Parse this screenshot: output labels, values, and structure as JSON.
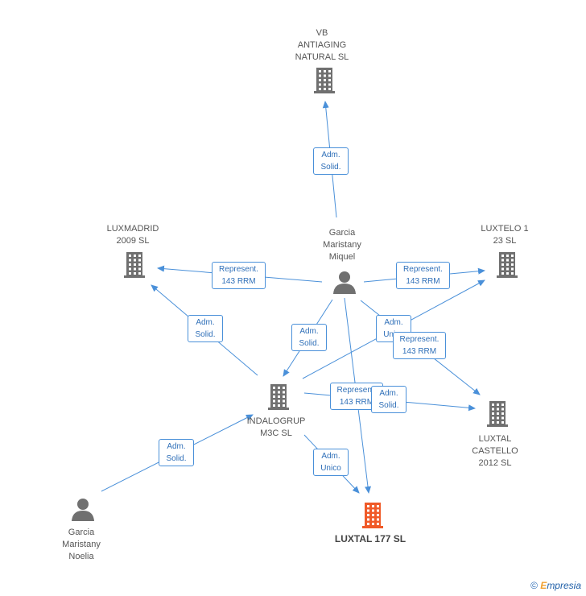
{
  "colors": {
    "edge": "#4a90d9",
    "company": "#707070",
    "main_company": "#f05a28",
    "person": "#707070",
    "edge_text": "#2f6fb8"
  },
  "nodes": {
    "vb": {
      "lines": [
        "VB",
        "ANTIAGING",
        "NATURAL  SL"
      ],
      "icon": "building-icon"
    },
    "luxmadrid": {
      "lines": [
        "LUXMADRID",
        "2009 SL"
      ],
      "icon": "building-icon"
    },
    "garcia_miquel": {
      "lines": [
        "Garcia",
        "Maristany",
        "Miquel"
      ],
      "icon": "person-icon"
    },
    "luxtelo": {
      "lines": [
        "LUXTELO 1",
        "23 SL"
      ],
      "icon": "building-icon"
    },
    "indalogrup": {
      "lines": [
        "INDALOGRUP",
        "M3C SL"
      ],
      "icon": "building-icon"
    },
    "luxtal_castello": {
      "lines": [
        "LUXTAL",
        "CASTELLO",
        "2012 SL"
      ],
      "icon": "building-icon"
    },
    "luxtal_177": {
      "lines": [
        "LUXTAL 177 SL"
      ],
      "icon": "building-icon"
    },
    "garcia_noelia": {
      "lines": [
        "Garcia",
        "Maristany",
        "Noelia"
      ],
      "icon": "person-icon"
    }
  },
  "edges": [
    {
      "id": "miquel-vb",
      "lines": [
        "Adm.",
        "Solid."
      ]
    },
    {
      "id": "miquel-luxmadrid",
      "lines": [
        "Represent.",
        "143 RRM"
      ]
    },
    {
      "id": "miquel-luxtelo",
      "lines": [
        "Represent.",
        "143 RRM"
      ]
    },
    {
      "id": "miquel-indalogrup",
      "lines": [
        "Adm.",
        "Solid."
      ]
    },
    {
      "id": "indalogrup-luxtelo",
      "lines": [
        "Adm.",
        "Unico"
      ]
    },
    {
      "id": "miquel-castello",
      "lines": [
        "Represent.",
        "143 RRM"
      ]
    },
    {
      "id": "indalogrup-luxmadrid",
      "lines": [
        "Adm.",
        "Solid."
      ]
    },
    {
      "id": "indalogrup-luxtal177-rep",
      "lines": [
        "Represent.",
        "143 RRM"
      ]
    },
    {
      "id": "indalogrup-castello",
      "lines": [
        "Adm.",
        "Solid."
      ]
    },
    {
      "id": "indalogrup-luxtal177-adm",
      "lines": [
        "Adm.",
        "Unico"
      ]
    },
    {
      "id": "noelia-indalogrup",
      "lines": [
        "Adm.",
        "Solid."
      ]
    }
  ],
  "footer": {
    "copyright": "©",
    "brand_initial": "E",
    "brand_rest": "mpresia"
  }
}
